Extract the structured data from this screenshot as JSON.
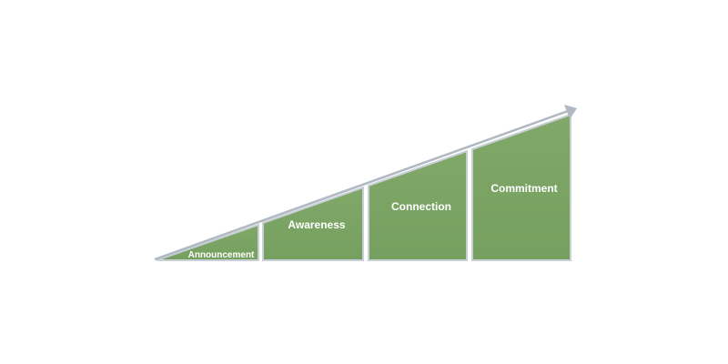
{
  "diagram": {
    "stages": [
      {
        "label": "Announcement"
      },
      {
        "label": "Awareness"
      },
      {
        "label": "Connection"
      },
      {
        "label": "Commitment"
      }
    ],
    "colors": {
      "fill": "#7da566",
      "border": "#c8cfd6",
      "arrow": "#b0b8c2",
      "text": "#ffffff",
      "background": "#ffffff"
    }
  }
}
